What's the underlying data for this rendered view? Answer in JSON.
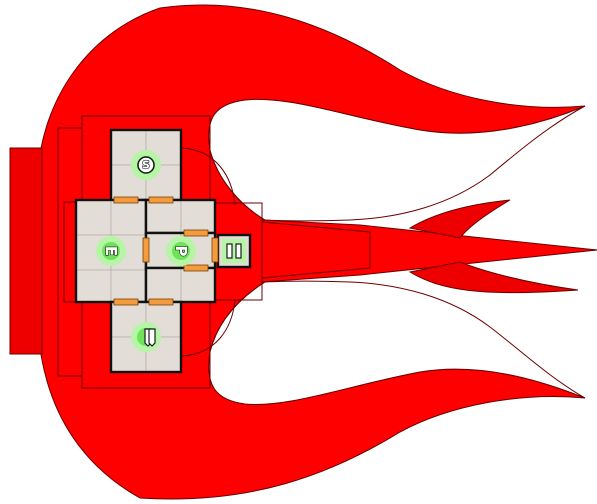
{
  "ship": {
    "hull_color": "#ff0000",
    "hull_outline_color": "#6a0000",
    "floor_color": "#e2ddd7",
    "door_color": "#f39b3d",
    "system_glow_color": "#6ee35a"
  },
  "systems": [
    {
      "id": "shields",
      "icon": "shield-s-icon",
      "label": "S"
    },
    {
      "id": "engines",
      "icon": "engine-icon",
      "label": "E"
    },
    {
      "id": "piloting",
      "icon": "pilot-chair-icon",
      "label": "P"
    },
    {
      "id": "weapons",
      "icon": "missile-icon",
      "label": "W"
    },
    {
      "id": "doors",
      "icon": "door-control-icon",
      "label": "II"
    }
  ]
}
